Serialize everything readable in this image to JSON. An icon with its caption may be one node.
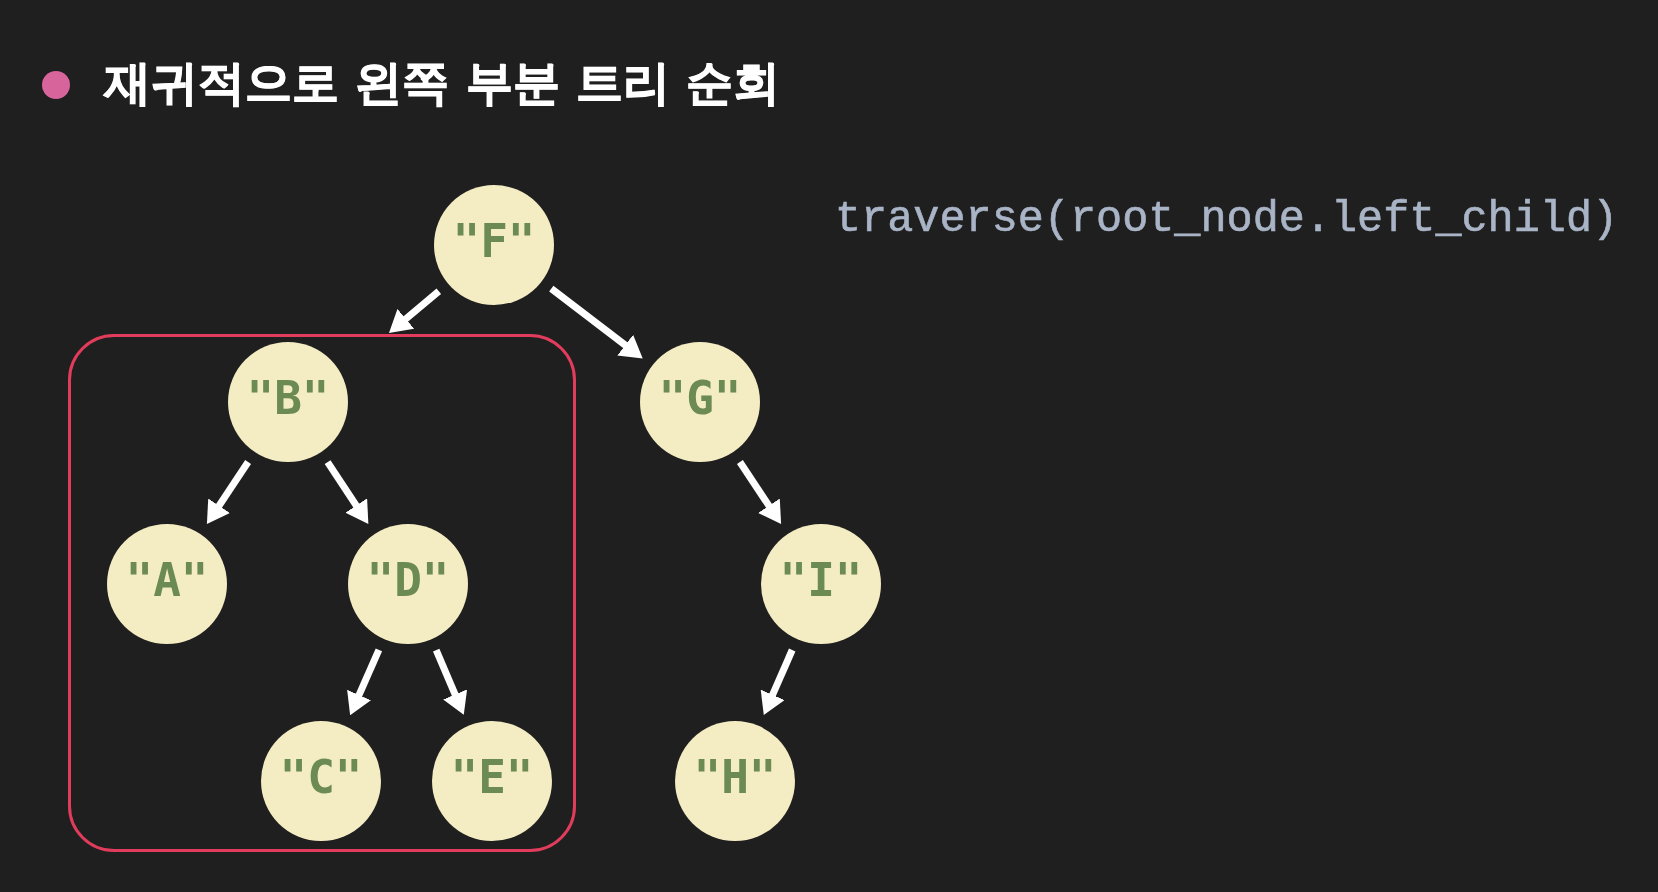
{
  "diagram": {
    "title": "재귀적으로 왼쪽 부분 트리 순회",
    "nodes": [
      {
        "text": [
          "\"F\""
        ]
      },
      {
        "text": [],
        "shape": "box"
      },
      {
        "text": [
          "\"B\""
        ],
        "in": 1
      },
      {
        "text": [
          "\"A\""
        ],
        "in": 1
      },
      {
        "text": [
          "\"D\""
        ],
        "in": 1
      },
      {
        "text": [
          "\"C\""
        ],
        "in": 1
      },
      {
        "text": [
          "\"E\""
        ],
        "in": 1
      },
      {
        "text": [
          "\"G\""
        ]
      },
      {
        "text": [
          "\"I\""
        ]
      },
      {
        "text": [
          "\"H\""
        ]
      }
    ],
    "edges": [
      {
        "from": 0,
        "to": 1,
        "arrow": "to"
      },
      {
        "from": 0,
        "to": 7,
        "arrow": "to"
      },
      {
        "from": 2,
        "to": 3,
        "arrow": "to"
      },
      {
        "from": 2,
        "to": 4,
        "arrow": "to"
      },
      {
        "from": 4,
        "to": 5,
        "arrow": "to"
      },
      {
        "from": 4,
        "to": 6,
        "arrow": "to"
      },
      {
        "from": 7,
        "to": 8,
        "arrow": "to"
      },
      {
        "from": 8,
        "to": 9,
        "arrow": "to"
      }
    ],
    "labels": [
      "traverse(root_node.left_child)"
    ]
  }
}
